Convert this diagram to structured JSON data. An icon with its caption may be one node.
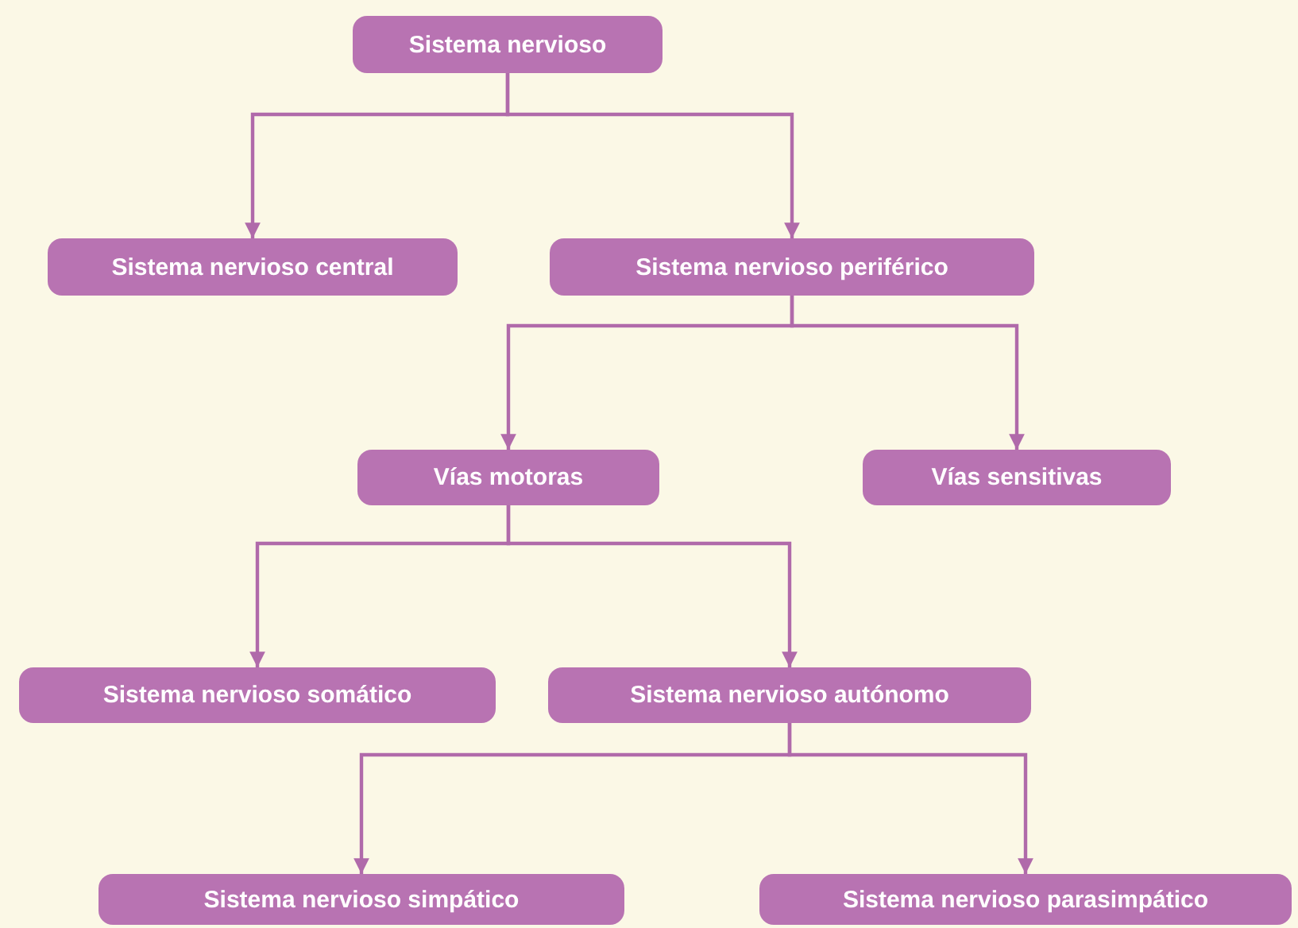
{
  "diagram": {
    "nodes": [
      {
        "text": [
          "Sistema nervioso"
        ]
      },
      {
        "text": [
          "Sistema nervioso central"
        ]
      },
      {
        "text": [
          "Sistema nervioso periférico"
        ]
      },
      {
        "text": [
          "Vías motoras"
        ]
      },
      {
        "text": [
          "Vías sensitivas"
        ]
      },
      {
        "text": [
          "Sistema nervioso somático"
        ]
      },
      {
        "text": [
          "Sistema nervioso autónomo"
        ]
      },
      {
        "text": [
          "Sistema nervioso simpático"
        ]
      },
      {
        "text": [
          "Sistema nervioso parasimpático"
        ]
      }
    ],
    "edges": [
      {
        "from": 0,
        "to": 1,
        "arrow": "to"
      },
      {
        "from": 0,
        "to": 2,
        "arrow": "to"
      },
      {
        "from": 2,
        "to": 3,
        "arrow": "to"
      },
      {
        "from": 2,
        "to": 4,
        "arrow": "to"
      },
      {
        "from": 3,
        "to": 5,
        "arrow": "to"
      },
      {
        "from": 3,
        "to": 6,
        "arrow": "to"
      },
      {
        "from": 6,
        "to": 7,
        "arrow": "to"
      },
      {
        "from": 6,
        "to": 8,
        "arrow": "to"
      }
    ]
  }
}
